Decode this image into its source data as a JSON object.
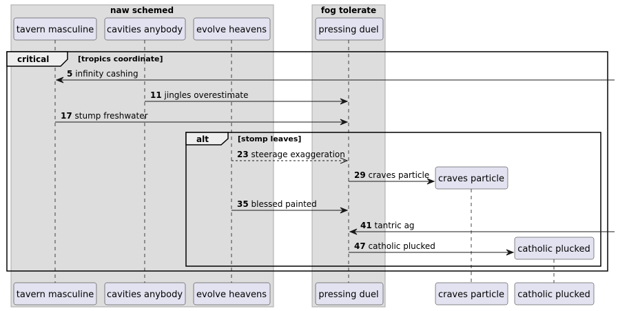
{
  "groups": [
    {
      "id": "g1",
      "title": "naw schemed"
    },
    {
      "id": "g2",
      "title": "fog tolerate"
    }
  ],
  "participants": [
    {
      "id": "tavern",
      "label": "tavern masculine"
    },
    {
      "id": "cavities",
      "label": "cavities anybody"
    },
    {
      "id": "evolve",
      "label": "evolve heavens"
    },
    {
      "id": "pressing",
      "label": "pressing duel"
    },
    {
      "id": "craves",
      "label": "craves particle"
    },
    {
      "id": "catholic",
      "label": "catholic plucked"
    }
  ],
  "fragments": [
    {
      "id": "critical",
      "keyword": "critical",
      "guard": "[tropics coordinate]"
    },
    {
      "id": "alt",
      "keyword": "alt",
      "guard": "[stomp leaves]"
    }
  ],
  "messages": [
    {
      "num": "5",
      "text": "infinity cashing",
      "from": "right-edge",
      "to": "tavern",
      "style": "solid"
    },
    {
      "num": "11",
      "text": "jingles overestimate",
      "from": "cavities",
      "to": "pressing",
      "style": "solid"
    },
    {
      "num": "17",
      "text": "stump freshwater",
      "from": "tavern",
      "to": "pressing",
      "style": "solid"
    },
    {
      "num": "23",
      "text": "steerage exaggeration",
      "from": "evolve",
      "to": "pressing",
      "style": "dashed"
    },
    {
      "num": "29",
      "text": "craves particle",
      "from": "pressing",
      "to": "craves",
      "style": "solid",
      "creates": true
    },
    {
      "num": "35",
      "text": "blessed painted",
      "from": "evolve",
      "to": "pressing",
      "style": "solid"
    },
    {
      "num": "41",
      "text": "tantric ag",
      "from": "right-edge",
      "to": "pressing",
      "style": "solid"
    },
    {
      "num": "47",
      "text": "catholic plucked",
      "from": "pressing",
      "to": "catholic",
      "style": "solid",
      "creates": true
    }
  ],
  "colors": {
    "participant_fill": "#e2e2f0",
    "participant_stroke": "#181818",
    "group_fill": "#dddddd",
    "group_stroke": "#a8a8a8",
    "line": "#181818"
  }
}
